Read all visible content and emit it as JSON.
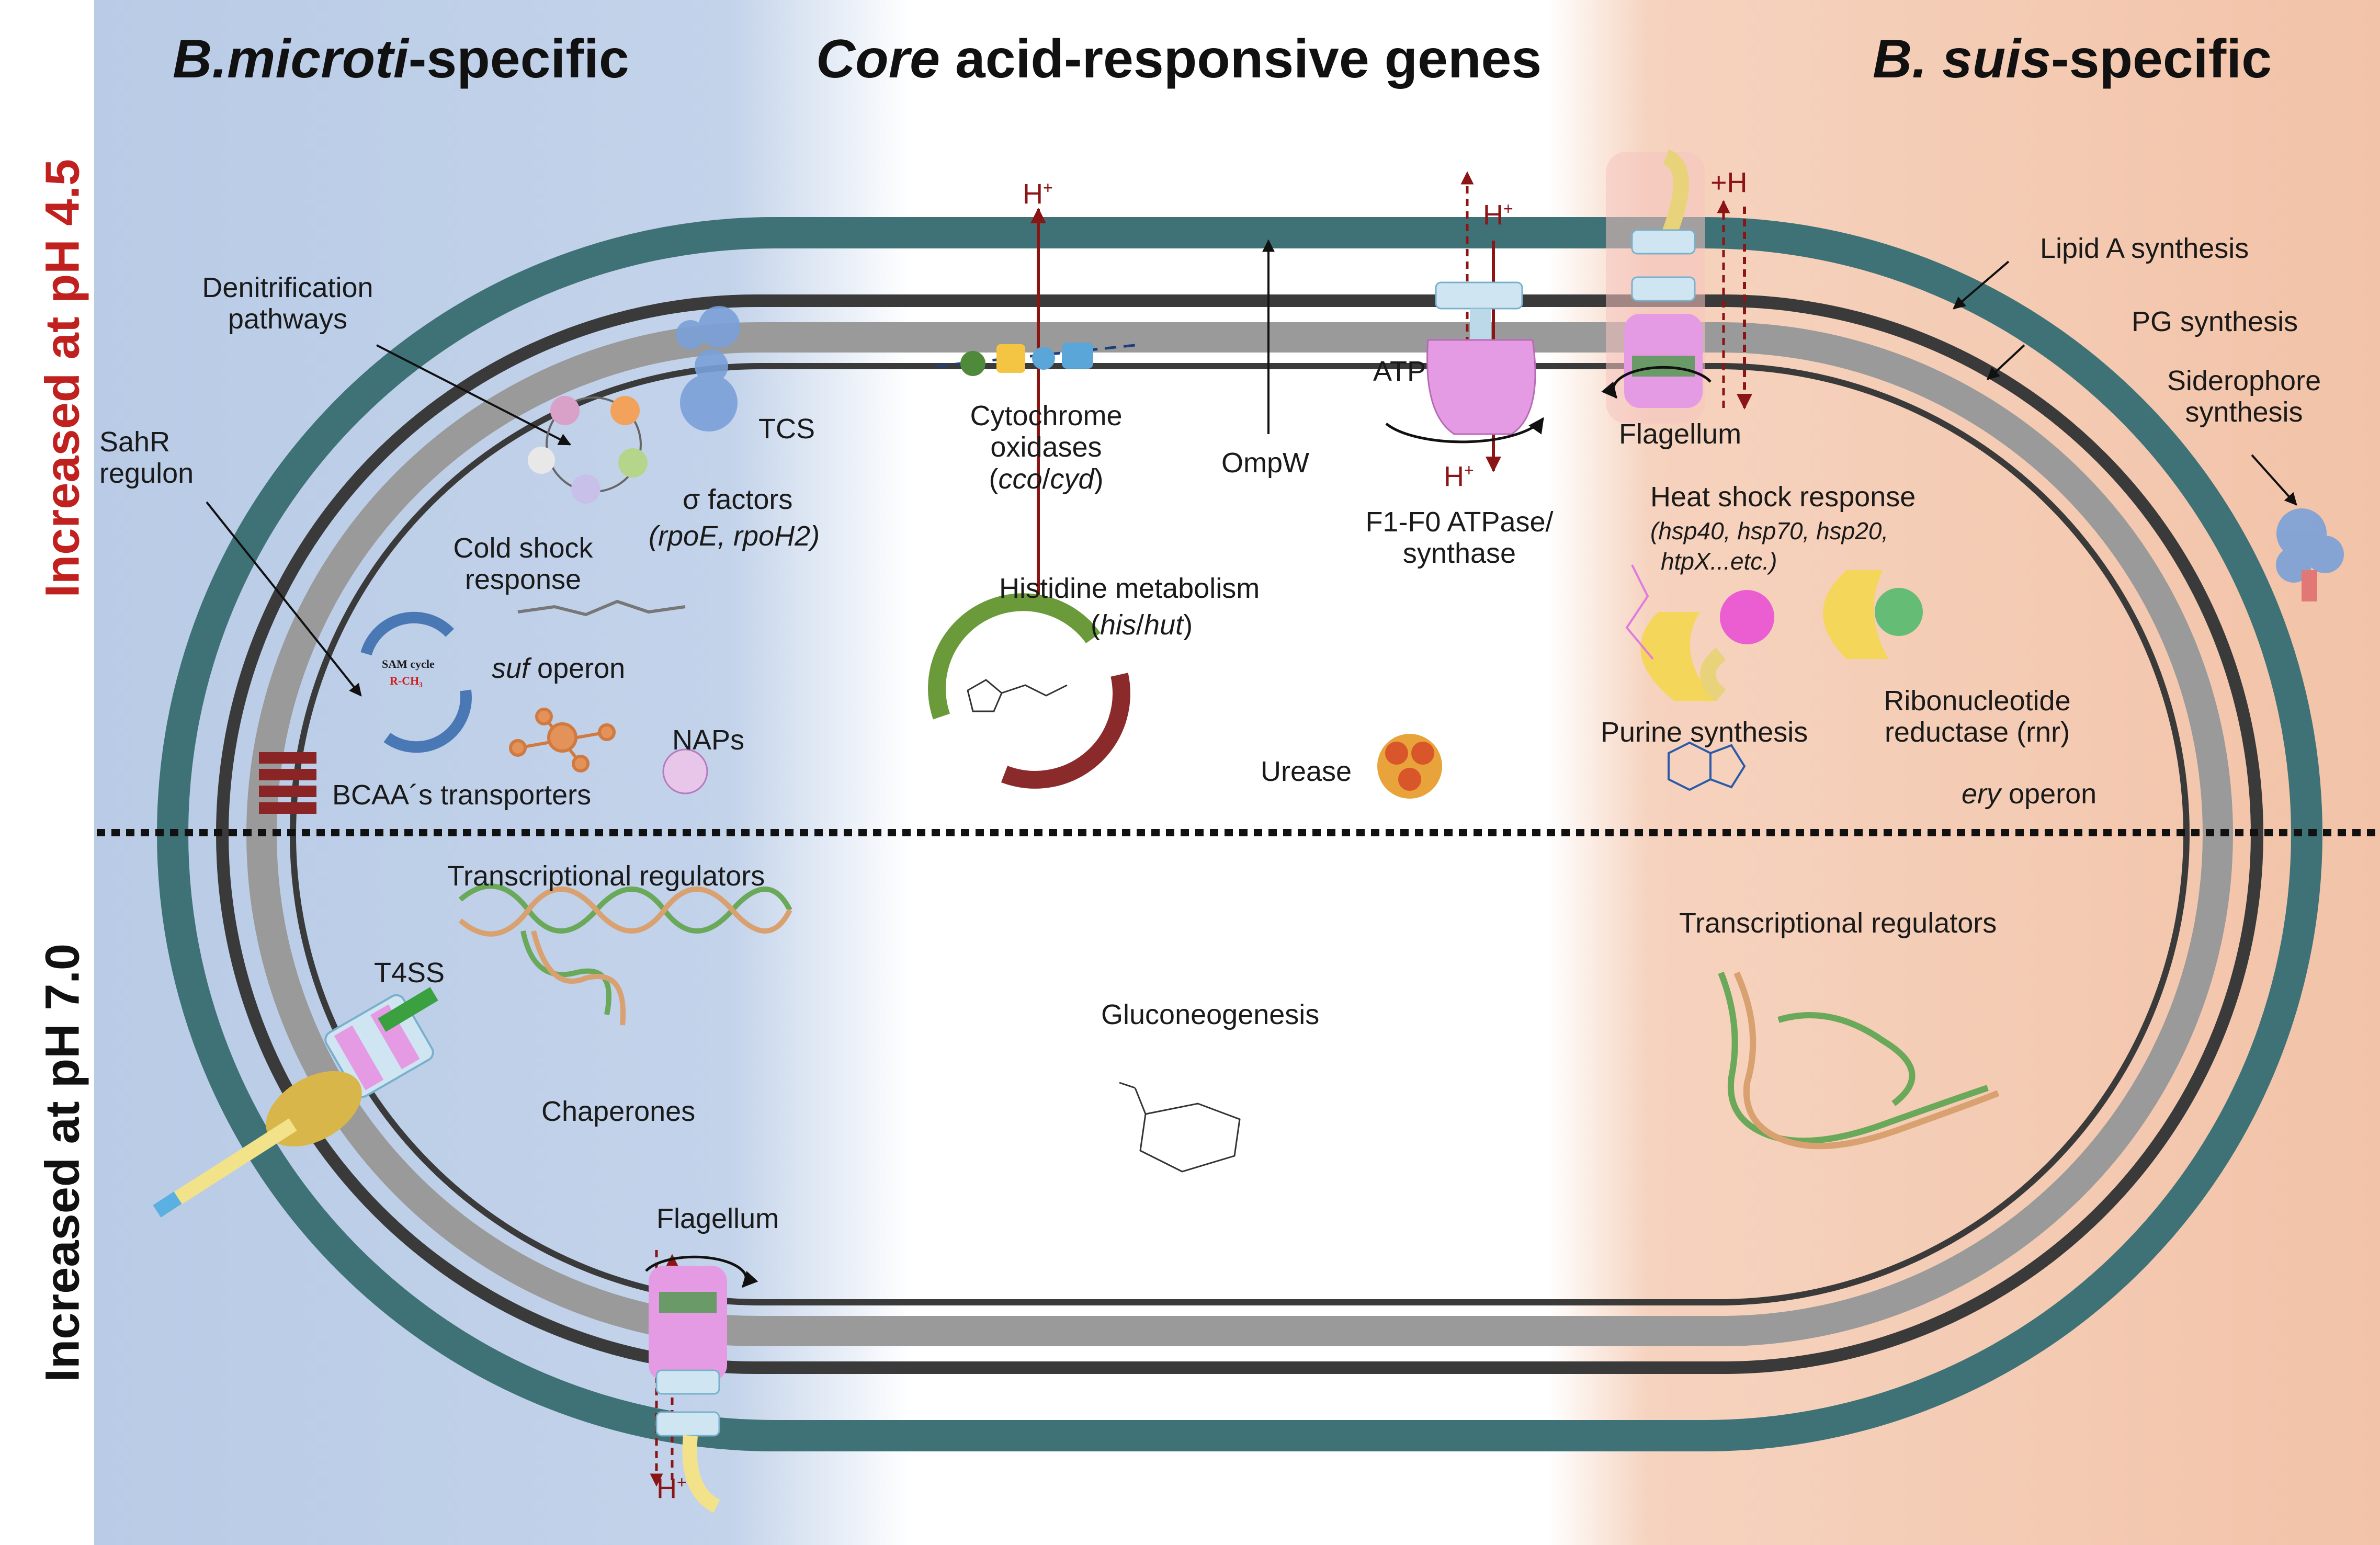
{
  "headers": {
    "left_italic": "B.microti",
    "left_rest": "-specific",
    "center_italic": "Core",
    "center_rest": " acid-responsive  genes",
    "right_italic": "B. suis",
    "right_rest": "-specific"
  },
  "side_labels": {
    "top": "Increased at pH 4.5",
    "bottom": "Increased at pH 7.0"
  },
  "labels": {
    "denitrification": [
      "Denitrification",
      "pathways"
    ],
    "sahr": [
      "SahR",
      "regulon"
    ],
    "tcs": "TCS",
    "sigma": "σ factors",
    "sigma_genes": "(rpoE,  rpoH2)",
    "cold_shock": [
      "Cold shock",
      "response"
    ],
    "sam_cycle": "SAM cycle",
    "sam_rch3": "R-CH₃",
    "suf_italic": "suf",
    "suf_rest": " operon",
    "naps": "NAPs",
    "bcaa": "BCAA´s transporters",
    "cyt": [
      "Cytochrome",
      "oxidases"
    ],
    "cyt_genes_a": "cco",
    "cyt_genes_b": "cyd",
    "ompw": "OmpW",
    "atp": "ATP",
    "f1f0": [
      "F1-F0 ATPase/",
      "synthase"
    ],
    "flagellum_top": "Flagellum",
    "histidine": "Histidine metabolism",
    "his_a": "his",
    "his_b": "hut",
    "urease": "Urease",
    "lipid_a": "Lipid A synthesis",
    "pg": "PG synthesis",
    "siderophore": [
      "Siderophore",
      "synthesis"
    ],
    "heat_shock": "Heat shock response",
    "heat_genes": "(hsp40, hsp70, hsp20,",
    "heat_genes2": "htpX...etc.)",
    "purine": "Purine synthesis",
    "ribo": [
      "Ribonucleotide",
      "reductase (rnr)"
    ],
    "ery_italic": "ery",
    "ery_rest": " operon",
    "tr_left": "Transcriptional regulators",
    "t4ss": "T4SS",
    "chaperones": "Chaperones",
    "gluconeo": "Gluconeogenesis",
    "flagellum_bottom": "Flagellum",
    "tr_right": "Transcriptional regulators",
    "hplus": "H",
    "hplus_sup": "+",
    "plus_h": "+H"
  },
  "colors": {
    "left_panel": "#b9cbe6",
    "right_panel": "#f2c3a8",
    "outer_membrane": "#3f7276",
    "inner_membrane": "#3a3a3a",
    "cell_wall": "#9a9a9a",
    "proton_arrow": "#8b1414",
    "pH45_label": "#c0201e",
    "pH70_label": "#111111"
  }
}
